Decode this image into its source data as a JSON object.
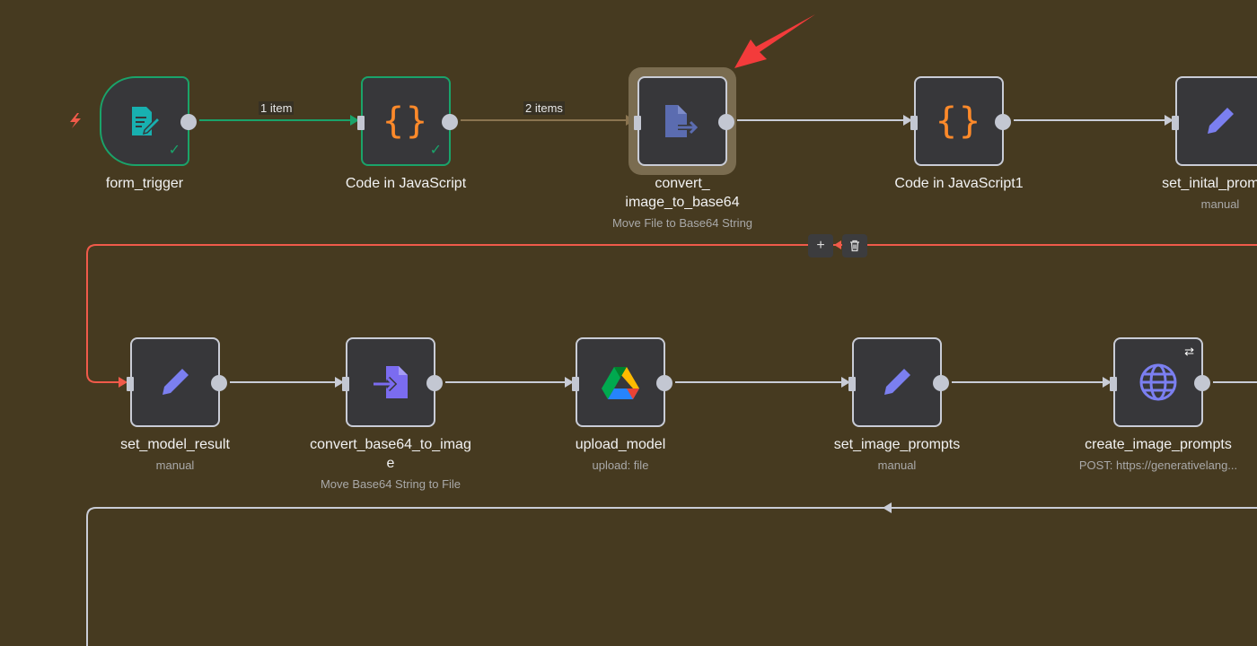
{
  "nodes": {
    "form_trigger": {
      "name": "form_trigger"
    },
    "code_js": {
      "name": "Code in JavaScript"
    },
    "convert_image": {
      "name_line1": "convert_",
      "name_line2": "image_to_base64",
      "subtitle": "Move File to Base64 String"
    },
    "code_js1": {
      "name": "Code in JavaScript1"
    },
    "set_initial": {
      "name": "set_inital_prompts",
      "subtitle": "manual"
    },
    "set_model_result": {
      "name": "set_model_result",
      "subtitle": "manual"
    },
    "convert_base64": {
      "name_line1": "convert_base64_to_imag",
      "name_line2": "e",
      "subtitle": "Move Base64 String to File"
    },
    "upload_model": {
      "name": "upload_model",
      "subtitle": "upload: file"
    },
    "set_image_prompts": {
      "name": "set_image_prompts",
      "subtitle": "manual"
    },
    "create_image_prompts": {
      "name": "create_image_prompts",
      "subtitle": "POST: https://generativelang..."
    }
  },
  "edges": {
    "first_label": "1 item",
    "second_label": "2 items"
  },
  "edge_toolbar": {
    "add": "+",
    "delete_icon": "trash-icon"
  },
  "colors": {
    "canvas": "#463a20",
    "success": "#1aa36a",
    "error_edge": "#f05a4a",
    "annotation_arrow": "#f33b3b"
  }
}
